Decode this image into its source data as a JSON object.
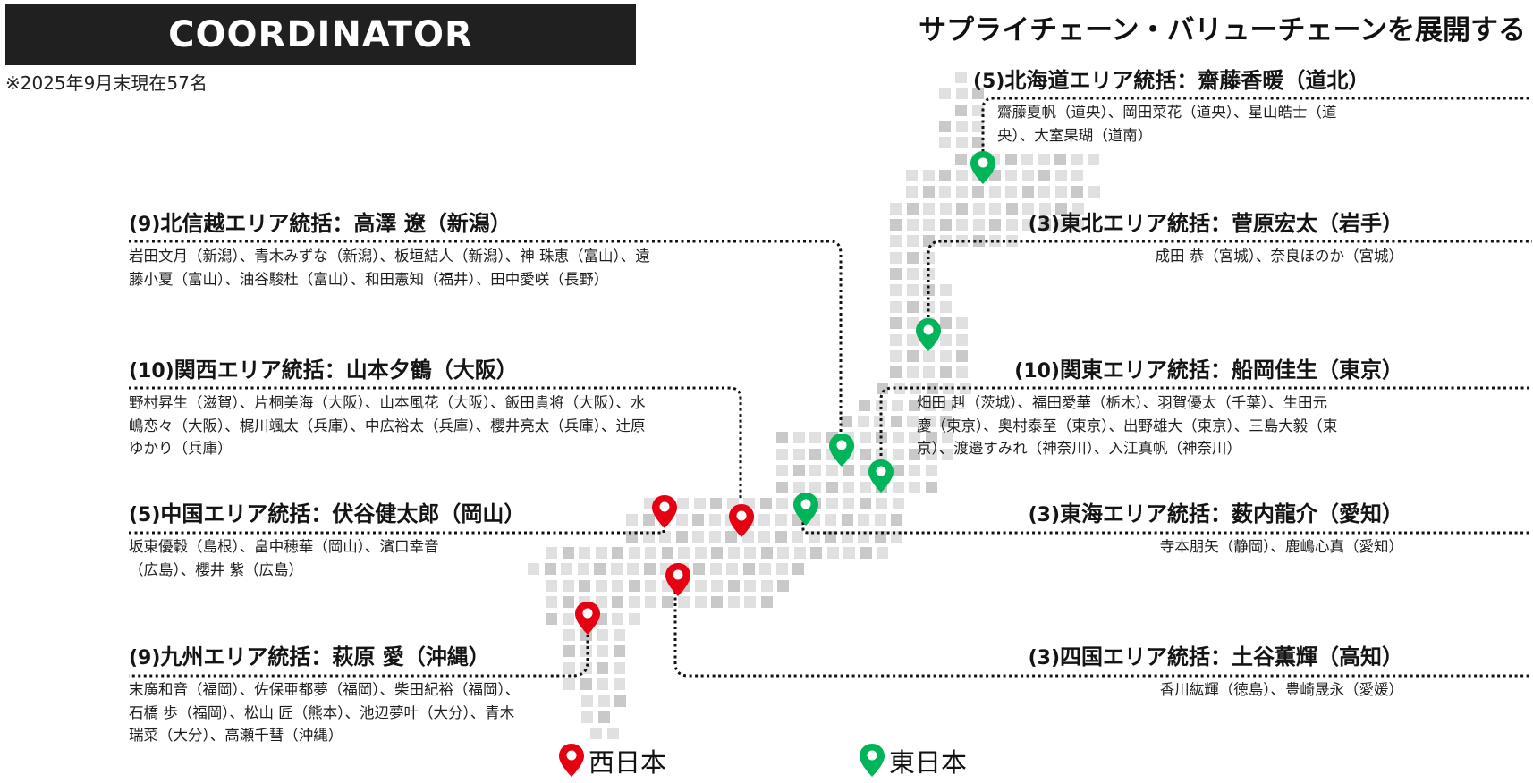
{
  "header": {
    "banner_title": "COORDINATOR",
    "note": "※2025年9月末現在57名",
    "headline": "サプライチェーン・バリューチェーンを展開する"
  },
  "colors": {
    "banner_bg": "#202021",
    "west_pin": "#e60012",
    "east_pin": "#00b45a",
    "grid_light": "#e0e0e0",
    "grid_dark": "#c9c9c9"
  },
  "areas": {
    "hokkaido": {
      "count": "(5)",
      "title": "北海道エリア統括：齋藤香暖（道北）",
      "members_line1": "齋藤夏帆（道央）、岡田菜花（道央）、星山皓士（道",
      "members_line2": "央）、大室果瑚（道南）",
      "region": "東日本"
    },
    "hokushinetsu": {
      "count": "(9)",
      "title": "北信越エリア統括：高澤 遼（新潟）",
      "members_line1": "岩田文月（新潟）、青木みずな（新潟）、板垣結人（新潟）、神 珠恵（富山）、遠",
      "members_line2": "藤小夏（富山）、油谷駿杜（富山）、和田憲知（福井）、田中愛咲（長野）",
      "region": "東日本"
    },
    "tohoku": {
      "count": "(3)",
      "title": "東北エリア統括：菅原宏太（岩手）",
      "members_line1": "成田 恭（宮城）、奈良ほのか（宮城）",
      "region": "東日本"
    },
    "kansai": {
      "count": "(10)",
      "title": "関西エリア統括：山本夕鶴（大阪）",
      "members_line1": "野村昇生（滋賀）、片桐美海（大阪）、山本風花（大阪）、飯田貴将（大阪）、水",
      "members_line2": "嶋恋々（大阪）、梶川颯太（兵庫）、中広裕太（兵庫）、櫻井亮太（兵庫）、辻原",
      "members_line3": "ゆかり（兵庫）",
      "region": "西日本"
    },
    "kanto": {
      "count": "(10)",
      "title": "関東エリア統括：船岡佳生（東京）",
      "members_line1": "畑田 赳（茨城）、福田愛華（栃木）、羽賀優太（千葉）、生田元",
      "members_line2": "慶（東京）、奥村泰至（東京）、出野雄大（東京）、三島大毅（東",
      "members_line3": "京）、渡邉すみれ（神奈川）、入江真帆（神奈川）",
      "region": "東日本"
    },
    "chugoku": {
      "count": "(5)",
      "title": "中国エリア統括：伏谷健太郎（岡山）",
      "members_line1": "坂東優穀（島根）、畠中穂華（岡山）、濱口幸音",
      "members_line2": "（広島）、櫻井 紫（広島）",
      "region": "西日本"
    },
    "tokai": {
      "count": "(3)",
      "title": "東海エリア統括：薮内龍介（愛知）",
      "members_line1": "寺本朋矢（静岡）、鹿嶋心真（愛知）",
      "region": "東日本"
    },
    "kyushu": {
      "count": "(9)",
      "title": "九州エリア統括：萩原 愛（沖縄）",
      "members_line1": "末廣和音（福岡）、佐保亜都夢（福岡）、柴田紀裕（福岡）、",
      "members_line2": "石橋 歩（福岡）、松山 匠（熊本）、池辺夢叶（大分）、青木",
      "members_line3": "瑞菜（大分）、高瀬千彗（沖縄）",
      "region": "西日本"
    },
    "shikoku": {
      "count": "(3)",
      "title": "四国エリア統括：土谷薫輝（高知）",
      "members_line1": "香川紘輝（徳島）、豊崎晟永（愛媛）",
      "region": "西日本"
    }
  },
  "legend": {
    "west_label": "西日本",
    "east_label": "東日本",
    "west_icon": "map-pin-red-icon",
    "east_icon": "map-pin-green-icon"
  }
}
